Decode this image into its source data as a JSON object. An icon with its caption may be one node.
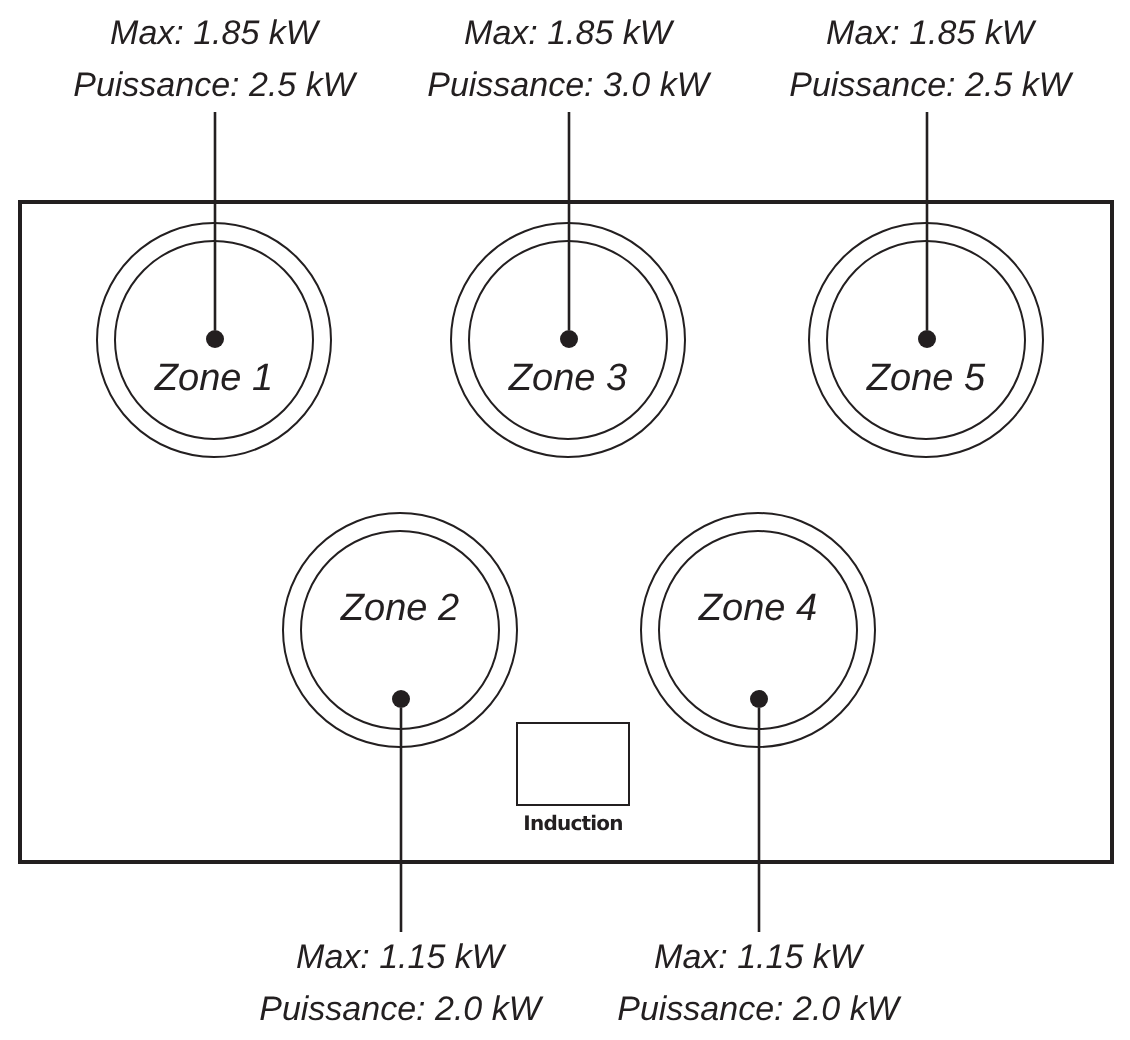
{
  "diagram": {
    "nodes": [
      {
        "text": [
          "Max: 1.85 kW",
          "Puissance: 2.5 kW"
        ]
      },
      {
        "text": [
          "Max: 1.85 kW",
          "Puissance: 3.0 kW"
        ]
      },
      {
        "text": [
          "Max: 1.85 kW",
          "Puissance: 2.5 kW"
        ]
      },
      {
        "text": [],
        "shape": "box"
      },
      {
        "text": [
          "Zone 1"
        ],
        "in": 3
      },
      {
        "text": [],
        "shape": "circle",
        "in": 4
      },
      {
        "text": [
          "Zone 3"
        ],
        "in": 3
      },
      {
        "text": [],
        "shape": "circle",
        "in": 6
      },
      {
        "text": [
          "Zone 5"
        ],
        "in": 3
      },
      {
        "text": [],
        "shape": "circle",
        "in": 8
      },
      {
        "text": [
          "Zone 2"
        ],
        "in": 3
      },
      {
        "text": [],
        "shape": "circle",
        "in": 10
      },
      {
        "text": [
          "Induction"
        ],
        "in": 3
      },
      {
        "text": [
          "Zone 4"
        ],
        "in": 3
      },
      {
        "text": [],
        "shape": "circle",
        "in": 13
      },
      {
        "text": [
          "Max: 1.15 kW",
          "Puissance: 2.0 kW"
        ]
      },
      {
        "text": [
          "Max: 1.15 kW",
          "Puissance: 2.0 kW"
        ]
      }
    ],
    "edges": [
      {
        "from": 0,
        "to": 5,
        "arrow": "none"
      },
      {
        "from": 1,
        "to": 7,
        "arrow": "none"
      },
      {
        "from": 2,
        "to": 9,
        "arrow": "none"
      },
      {
        "from": 15,
        "to": 11,
        "arrow": "none"
      },
      {
        "from": 16,
        "to": 14,
        "arrow": "none"
      }
    ]
  }
}
